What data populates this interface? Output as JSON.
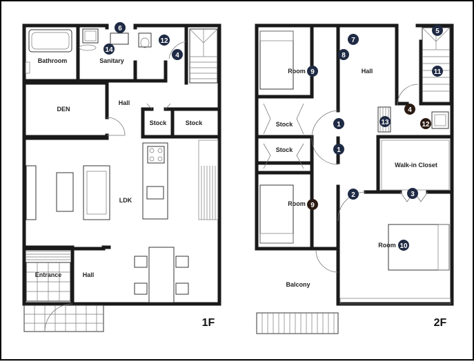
{
  "floors": [
    {
      "id": "1F",
      "label": "1F",
      "rooms": [
        {
          "key": "bathroom",
          "label": "Bathroom"
        },
        {
          "key": "sanitary",
          "label": "Sanitary"
        },
        {
          "key": "hall-upper",
          "label": "Hall"
        },
        {
          "key": "den",
          "label": "DEN"
        },
        {
          "key": "stock-a",
          "label": "Stock"
        },
        {
          "key": "stock-b",
          "label": "Stock"
        },
        {
          "key": "ldk",
          "label": "LDK"
        },
        {
          "key": "entrance",
          "label": "Entrance"
        },
        {
          "key": "hall-lower",
          "label": "Hall"
        }
      ],
      "markers": [
        {
          "key": "m6",
          "num": "6",
          "style": "dark"
        },
        {
          "key": "m14",
          "num": "14",
          "style": "dark"
        },
        {
          "key": "m12",
          "num": "12",
          "style": "dark"
        },
        {
          "key": "m4",
          "num": "4",
          "style": "dark"
        }
      ]
    },
    {
      "id": "2F",
      "label": "2F",
      "rooms": [
        {
          "key": "room-nw",
          "label": "Room"
        },
        {
          "key": "hall",
          "label": "Hall"
        },
        {
          "key": "stock-1",
          "label": "Stock"
        },
        {
          "key": "stock-2",
          "label": "Stock"
        },
        {
          "key": "walk-in",
          "label": "Walk-in Closet"
        },
        {
          "key": "room-w",
          "label": "Room"
        },
        {
          "key": "room-e",
          "label": "Room"
        },
        {
          "key": "balcony",
          "label": "Balcony"
        }
      ],
      "markers": [
        {
          "key": "m5",
          "num": "5",
          "style": "dark"
        },
        {
          "key": "m7",
          "num": "7",
          "style": "dark"
        },
        {
          "key": "m8",
          "num": "8",
          "style": "dark"
        },
        {
          "key": "m9a",
          "num": "9",
          "style": "dark"
        },
        {
          "key": "m11",
          "num": "11",
          "style": "dark"
        },
        {
          "key": "m4b",
          "num": "4",
          "style": "black"
        },
        {
          "key": "m13",
          "num": "13",
          "style": "dark"
        },
        {
          "key": "m12b",
          "num": "12",
          "style": "black"
        },
        {
          "key": "m1a",
          "num": "1",
          "style": "dark"
        },
        {
          "key": "m1b",
          "num": "1",
          "style": "dark"
        },
        {
          "key": "m2",
          "num": "2",
          "style": "dark"
        },
        {
          "key": "m3",
          "num": "3",
          "style": "dark"
        },
        {
          "key": "m9b",
          "num": "9",
          "style": "black"
        },
        {
          "key": "m10",
          "num": "10",
          "style": "dark"
        }
      ]
    }
  ],
  "colors": {
    "wall": "#1a1a1a",
    "marker_dark": "#1f2a44",
    "marker_black": "#2a1a12"
  }
}
